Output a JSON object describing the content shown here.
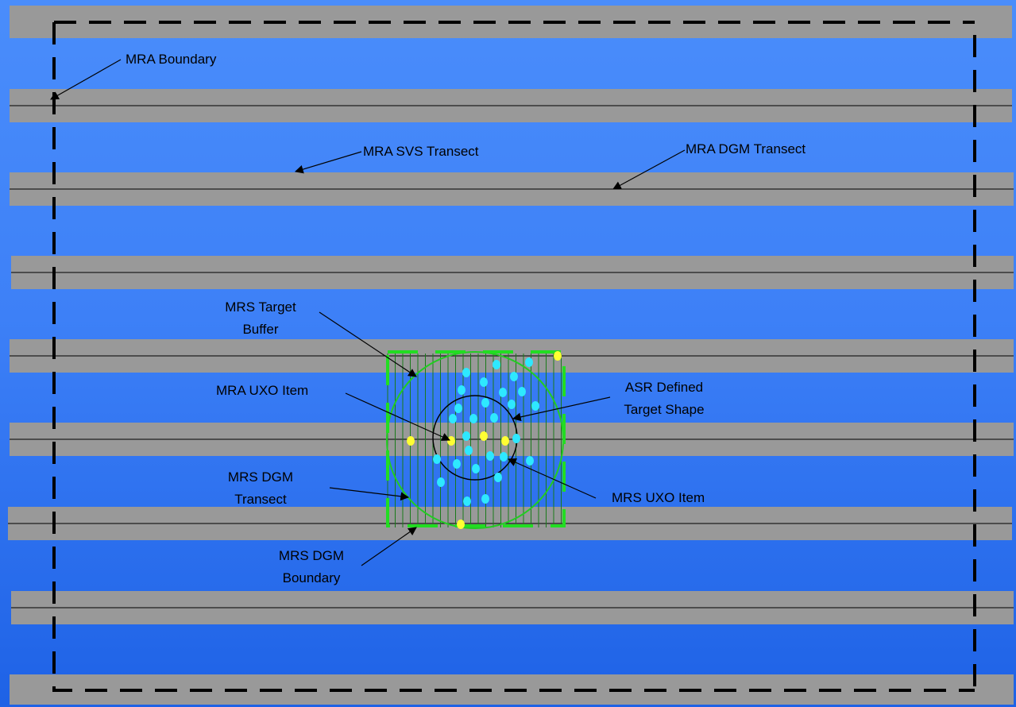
{
  "colors": {
    "background_top": "#4a8dfb",
    "background_bottom": "#1e62e6",
    "transect_band": "#999999",
    "transect_line": "#000000",
    "boundary": "#000000",
    "mrs_dgm": "#1a7a1a",
    "mrs_dgm_boundary": "#22dd22",
    "target_buffer": "#22cc22",
    "target_shape": "#000000",
    "mrs_uxo_item": "#2ee8ff",
    "mra_uxo_item": "#ffff33"
  },
  "labels": {
    "mra_boundary": "MRA Boundary",
    "mra_svs_transect": "MRA SVS Transect",
    "mra_dgm_transect": "MRA DGM Transect",
    "mrs_target_buffer": [
      "MRS Target",
      "Buffer"
    ],
    "mra_uxo_item": "MRA UXO Item",
    "asr_defined_target_shape": [
      "ASR Defined",
      "Target Shape"
    ],
    "mrs_dgm_transect": [
      "MRS DGM",
      "Transect"
    ],
    "mrs_uxo_item": "MRS UXO Item",
    "mrs_dgm_boundary": [
      "MRS DGM",
      "Boundary"
    ]
  }
}
